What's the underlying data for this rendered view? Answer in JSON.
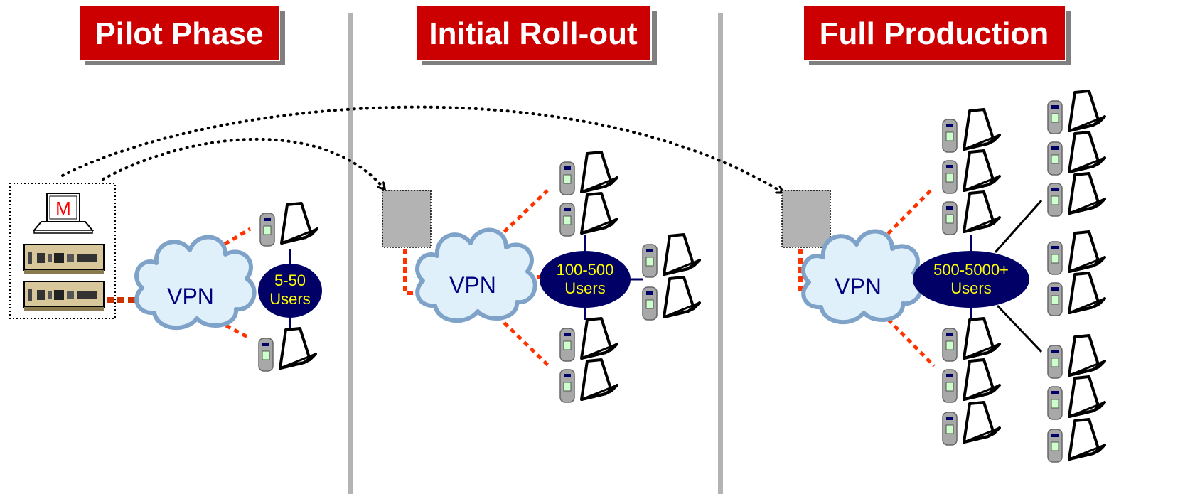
{
  "phases": [
    {
      "title": "Pilot Phase",
      "cloud_label": "VPN",
      "users_line1": "5-50",
      "users_line2": "Users"
    },
    {
      "title": "Initial Roll-out",
      "cloud_label": "VPN",
      "users_line1": "100-500",
      "users_line2": "Users"
    },
    {
      "title": "Full Production",
      "cloud_label": "VPN",
      "users_line1": "500-5000+",
      "users_line2": "Users"
    }
  ],
  "monitor_letter": "M",
  "colors": {
    "title_bg": "#cc0000",
    "title_shadow": "#7f7f7f",
    "divider": "#b3b3b3",
    "cloud_fill": "#e0f0fb",
    "cloud_stroke": "#7fa3c8",
    "users_fill": "#000066",
    "users_text": "#ffff00",
    "vpn_text": "#000080",
    "link_dotted": "#ff3300",
    "gateway_fill": "#b3b3b3"
  },
  "icons": {
    "management_station": "computer-monitor-icon",
    "server": "server-rack-icon",
    "user_device": "laptop-with-token-icon",
    "gateway": "gateway-box-icon",
    "cloud": "vpn-cloud-icon"
  }
}
